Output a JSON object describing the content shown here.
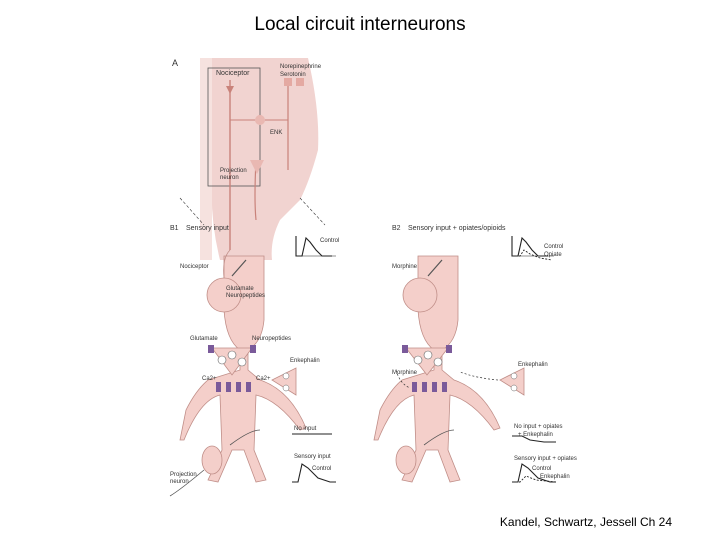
{
  "slide": {
    "title": "Local circuit interneurons",
    "credit": "Kandel, Schwartz, Jessell Ch 24"
  },
  "panel_a": {
    "letter": "A",
    "nociceptor": "Nociceptor",
    "norepinephrine": "Norepinephrine",
    "serotonin": "Serotonin",
    "enk": "ENK",
    "projection_line1": "Projection",
    "projection_line2": "neuron"
  },
  "panel_b1": {
    "letter": "B1",
    "title": "Sensory input",
    "nociceptor": "Nociceptor",
    "glutamate": "Glutamate",
    "neuropeptides": "Neuropeptides",
    "glutamate_lower": "Glutamate",
    "neuropeptides_lower": "Neuropeptides",
    "enkephalin": "Enkephalin",
    "ca_left": "Ca2+",
    "ca_right": "Ca2+",
    "trace_control": "Control",
    "no_input": "No input",
    "sensory_input": "Sensory input",
    "control_lower": "Control",
    "projection_line1": "Projection",
    "projection_line2": "neuron"
  },
  "panel_b2": {
    "letter": "B2",
    "title": "Sensory input + opiates/opioids",
    "morphine_top": "Morphine",
    "morphine_mid": "Morphine",
    "enkephalin": "Enkephalin",
    "trace_control": "Control",
    "trace_opiate": "Opiate",
    "no_input_opiates": "No input + opiates",
    "enkephalin_sub": "+ Enkephalin",
    "sensory_opiates": "Sensory input + opiates",
    "control_lower": "Control",
    "enkephalin_lower": "Enkephalin"
  },
  "colors": {
    "tissue": "#f1d3d0",
    "tissue_dark": "#e6b7b2",
    "neuron": "#f4cfca",
    "receptor": "#7a5a9a",
    "line": "#333333",
    "trace": "#222222"
  }
}
